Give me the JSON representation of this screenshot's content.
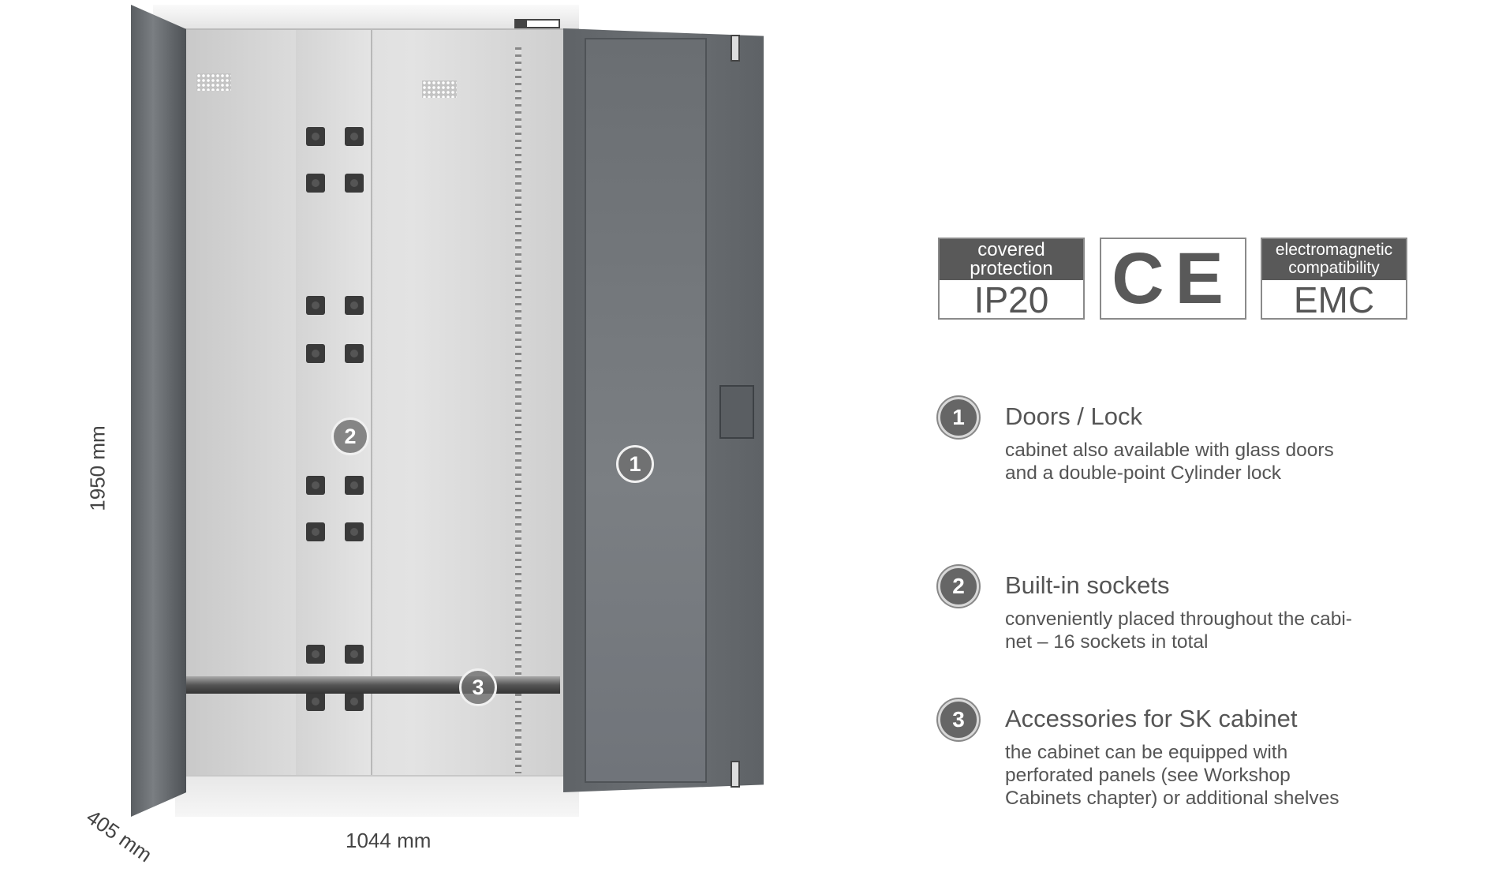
{
  "dimensions": {
    "height": "1950 mm",
    "width": "1044 mm",
    "depth": "405 mm"
  },
  "badges": [
    {
      "header": "covered protection",
      "value": "IP20"
    },
    {
      "mark": "CE"
    },
    {
      "header": "electromagnetic compatibility",
      "value": "EMC"
    }
  ],
  "callouts": [
    "1",
    "2",
    "3"
  ],
  "features": [
    {
      "number": "1",
      "title": "Doors / Lock",
      "lines": [
        "cabinet also available with glass doors",
        "and a double-point Cylinder lock"
      ]
    },
    {
      "number": "2",
      "title": "Built-in sockets",
      "lines": [
        "conveniently placed throughout the cabi-",
        "net – 16 sockets in total"
      ]
    },
    {
      "number": "3",
      "title": "Accessories for SK cabinet",
      "lines": [
        "the cabinet can be equipped with",
        "perforated panels (see Workshop",
        "Cabinets chapter) or additional shelves"
      ]
    }
  ]
}
